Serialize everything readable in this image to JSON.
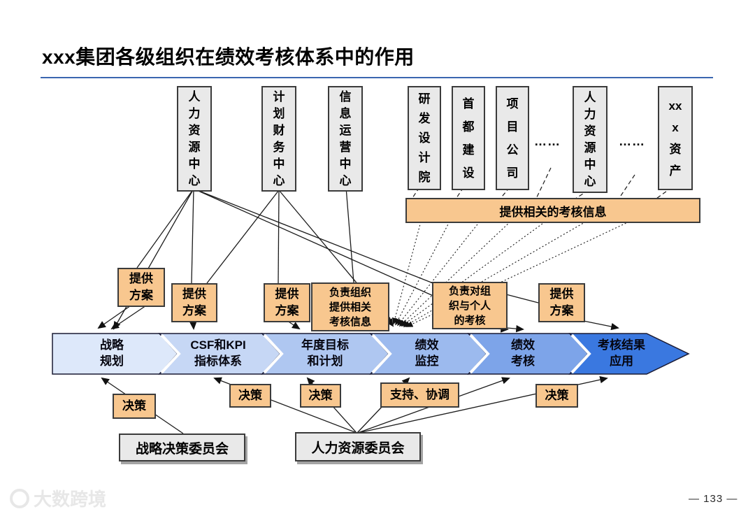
{
  "slide": {
    "title": "xxx集团各级组织在绩效考核体系中的作用",
    "page_number": "— 133 —",
    "watermark": "大数跨境"
  },
  "org_units": [
    {
      "label": "人\n力\n资\n源\n中\n心"
    },
    {
      "label": "计\n划\n财\n务\n中\n心"
    },
    {
      "label": "信\n息\n运\n营\n中\n心"
    },
    {
      "label": "研\n发\n设\n计\n院"
    },
    {
      "label": "首\n都\n建\n设"
    },
    {
      "label": "项\n目\n公\n司"
    },
    {
      "label": "……"
    },
    {
      "label": "人\n力\n资\n源\n中\n心"
    },
    {
      "label": "……"
    },
    {
      "label": "xx\nx\n资\n产"
    }
  ],
  "info_banner": {
    "label": "提供相关的考核信息"
  },
  "role_notes": [
    {
      "label": "提供\n方案"
    },
    {
      "label": "提供\n方案"
    },
    {
      "label": "提供\n方案"
    },
    {
      "label": "负责组织\n提供相关\n考核信息"
    },
    {
      "label": "负责对组\n织与个人\n的考核"
    },
    {
      "label": "提供\n方案"
    }
  ],
  "process_chevrons": {
    "segments": [
      {
        "label": "战略\n规划",
        "color": "#dde8fa"
      },
      {
        "label": "CSF和KPI\n指标体系",
        "color": "#c6d7f5"
      },
      {
        "label": "年度目标\n和计划",
        "color": "#afc7f1"
      },
      {
        "label": "绩效\n监控",
        "color": "#9cbaee"
      },
      {
        "label": "绩效\n考核",
        "color": "#7da4e9"
      },
      {
        "label": "考核结果\n应用",
        "color": "#3a78e0"
      }
    ]
  },
  "bottom_notes": [
    {
      "label": "决策"
    },
    {
      "label": "决策"
    },
    {
      "label": "决策"
    },
    {
      "label": "支持、协调"
    },
    {
      "label": "决策"
    }
  ],
  "committees": [
    {
      "label": "战略决策委员会"
    },
    {
      "label": "人力资源委员会"
    }
  ],
  "colors": {
    "accent_line": "#3a66b0",
    "note_fill": "#f8c78f",
    "unit_fill": "#e9e9e9",
    "connector": "#1c1c1c"
  }
}
